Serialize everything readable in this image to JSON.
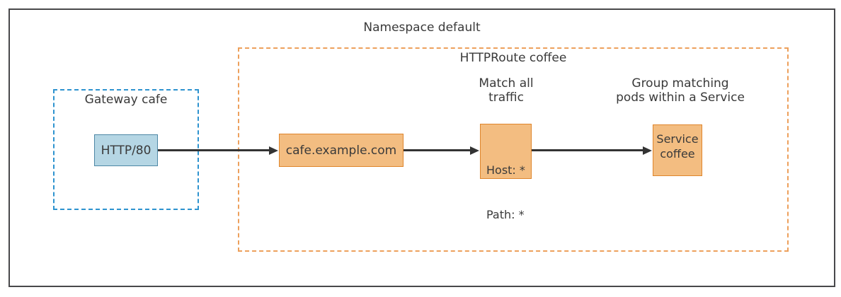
{
  "diagram": {
    "namespace": {
      "label": "Namespace default"
    },
    "gateway": {
      "label": "Gateway cafe",
      "listener_label": "HTTP/80"
    },
    "httproute": {
      "label": "HTTPRoute coffee",
      "hostname_label": "cafe.example.com",
      "match_annotation": {
        "line1": "Match all",
        "line2": "traffic"
      },
      "match_rule": {
        "host": "Host: *",
        "path": "Path: *"
      },
      "service_annotation": {
        "line1": "Group matching",
        "line2": "pods within a Service"
      },
      "service": {
        "line1": "Service",
        "line2": "coffee"
      }
    },
    "colors": {
      "outer_border": "#48484b",
      "gateway_dashed_border": "#2e93cf",
      "httproute_dashed_border": "#eda05c",
      "listener_fill": "#b5d6e4",
      "listener_border": "#4d87a5",
      "route_node_fill": "#f3bd81",
      "route_node_border": "#df852c",
      "arrow": "#333333",
      "text": "#3a3a3a",
      "background": "#ffffff"
    }
  }
}
